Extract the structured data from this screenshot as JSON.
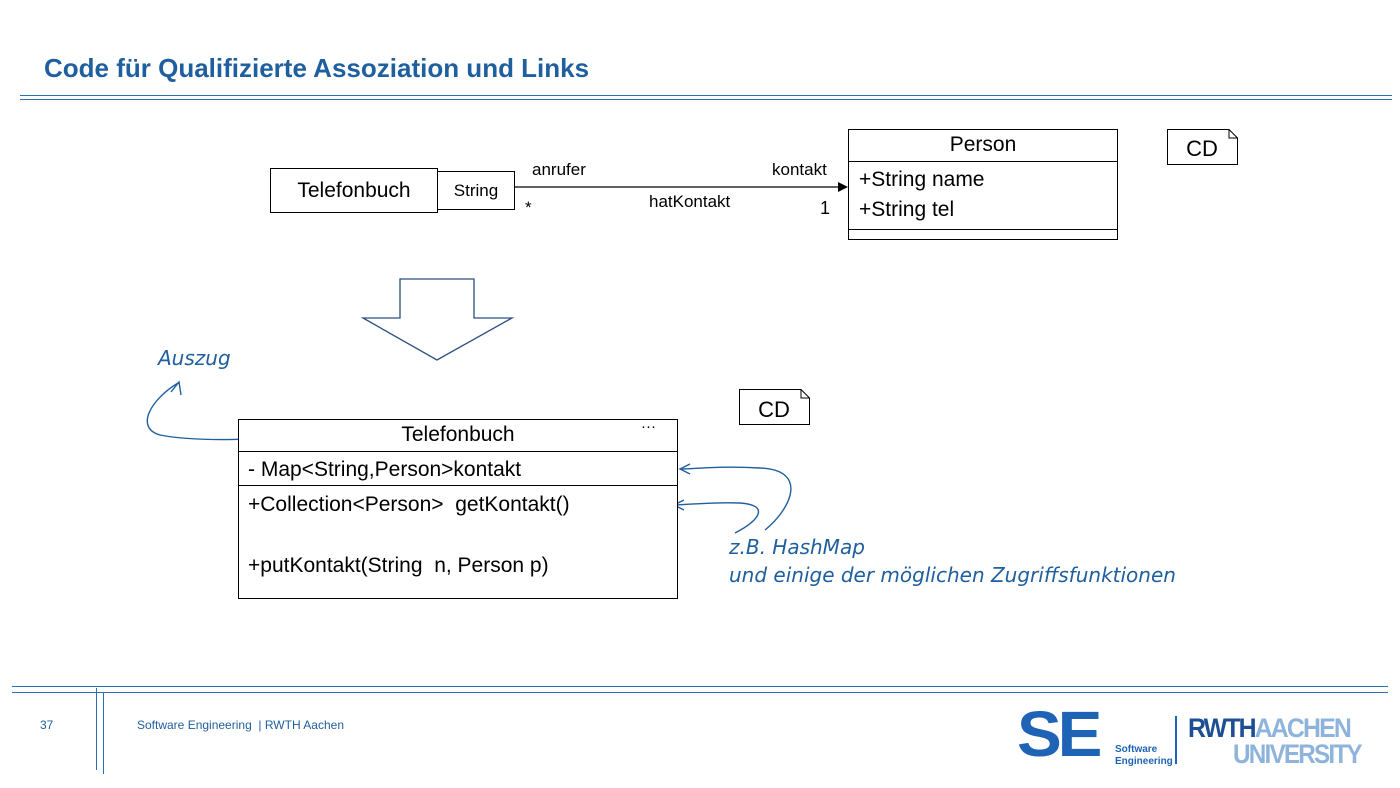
{
  "slide": {
    "title": "Code für Qualifizierte Assoziation und Links"
  },
  "diagram1": {
    "tag": "CD",
    "telefonbuch": "Telefonbuch",
    "qualifier": "String",
    "association": {
      "role_source": "anrufer",
      "role_target": "kontakt",
      "name": "hatKontakt",
      "mult_source": "*",
      "mult_target": "1"
    },
    "person": {
      "name": "Person",
      "attributes": [
        "+String name",
        "+String tel"
      ]
    }
  },
  "diagram2": {
    "tag": "CD",
    "class_name": "Telefonbuch",
    "ellipsis": "···",
    "attribute": "- Map<String,Person>kontakt",
    "methods": [
      "+Collection<Person>  getKontakt()",
      "+putKontakt(String  n, Person p)"
    ]
  },
  "annotations": {
    "excerpt": "Auszug",
    "note_line1": "z.B. HashMap",
    "note_line2": "und einige der möglichen Zugriffsfunktionen"
  },
  "footer": {
    "page_number": "37",
    "text": "Software Engineering  | RWTH Aachen",
    "se_logo": "SE",
    "se_caption_1": "Software",
    "se_caption_2": "Engineering",
    "rwth_line1_a": "RWTH",
    "rwth_line1_b": "AACHEN",
    "rwth_line2": "UNIVERSITY"
  },
  "colors": {
    "accent": "#1f5f9e",
    "rwth_light": "#8fb4dc"
  }
}
